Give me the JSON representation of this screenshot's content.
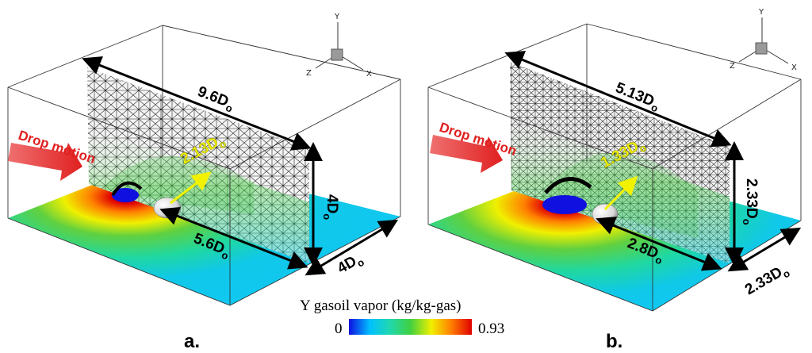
{
  "panels": [
    {
      "id": "a",
      "label": "a.",
      "motion_label": "Drop motion",
      "dim_length": {
        "main": "9.6D",
        "sub": "o"
      },
      "dim_height": {
        "main": "4D",
        "sub": "o"
      },
      "dim_depth": {
        "main": "4D",
        "sub": "o"
      },
      "dim_offset": {
        "main": "5.6D",
        "sub": "o"
      },
      "dim_radius": {
        "main": "2.13D",
        "sub": "o"
      }
    },
    {
      "id": "b",
      "label": "b.",
      "motion_label": "Drop motion",
      "dim_length": {
        "main": "5.13D",
        "sub": "o"
      },
      "dim_height": {
        "main": "2.33D",
        "sub": "o"
      },
      "dim_depth": {
        "main": "2.33D",
        "sub": "o"
      },
      "dim_offset": {
        "main": "2.8D",
        "sub": "o"
      },
      "dim_radius": {
        "main": "1.33D",
        "sub": "o"
      }
    }
  ],
  "axes_triad": {
    "x": "X",
    "y": "Y",
    "z": "Z"
  },
  "colorbar": {
    "title": "Y gasoil vapor (kg/kg-gas)",
    "min_label": "0",
    "max_label": "0.93",
    "colors": [
      "#1010e0",
      "#00c0ff",
      "#20d8b0",
      "#40d040",
      "#f0f000",
      "#ff8000",
      "#e00000"
    ]
  }
}
